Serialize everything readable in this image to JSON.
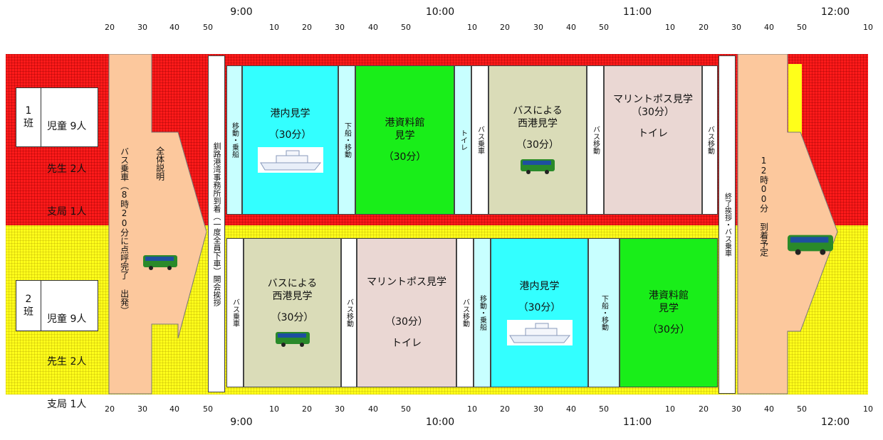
{
  "axis": {
    "hours": [
      "9:00",
      "10:00",
      "11:00",
      "12:00"
    ],
    "minutes": [
      "20",
      "30",
      "40",
      "50",
      "10",
      "20",
      "30",
      "40",
      "50",
      "10",
      "20",
      "30",
      "40",
      "50",
      "10",
      "20",
      "30",
      "40",
      "50",
      "10"
    ]
  },
  "groups": [
    {
      "id": "1",
      "num_label": "1\n班",
      "lines": [
        "児童 9人",
        "先生 2人",
        "支局 1人"
      ]
    },
    {
      "id": "2",
      "num_label": "2\n班",
      "lines": [
        "児童 9人",
        "先生 2人",
        "支局 1人"
      ]
    }
  ],
  "shared": {
    "bus_board": "バス乗車（8時20分に点呼完了 出発）",
    "overview": "全体説明",
    "arrival": "釧路港湾事務所到着（一度全員下車）開会挨拶",
    "closing": "終了挨拶・バス乗車",
    "end": "12時00分 到着予定"
  },
  "row1": {
    "move_board1": "移動・乗船",
    "harbor_tour": "港内見学",
    "harbor_tour_dur": "（30分）",
    "disembark": "下船・移動",
    "museum": "港資料館\n見学",
    "museum_dur": "（30分）",
    "toilet": "トイレ",
    "bus_ride": "バス乗車",
    "west_port": "バスによる\n西港見学",
    "west_port_dur": "（30分）",
    "bus_move": "バス移動",
    "marine_topos": "マリントポス見学\n（30分）",
    "marine_toilet": "トイレ",
    "bus_move2": "バス移動"
  },
  "row2": {
    "bus_ride": "バス乗車",
    "west_port": "バスによる\n西港見学",
    "west_port_dur": "（30分）",
    "bus_move": "バス移動",
    "marine_topos": "マリントポス見学",
    "marine_dur": "（30分）",
    "marine_toilet": "トイレ",
    "bus_move2": "バス移動",
    "move_board": "移動・乗船",
    "harbor_tour": "港内見学",
    "harbor_tour_dur": "（30分）",
    "disembark": "下船・移動",
    "museum": "港資料館\n見学",
    "museum_dur": "（30分）"
  },
  "colors": {
    "red_band": "#ff1a1a",
    "yellow_band": "#ffff1a",
    "harbor": "#33ffff",
    "museum": "#19ee19",
    "west_port": "#dadcb8",
    "marine": "#ead7d3",
    "transit": "#c8ffff",
    "bus": "#fcc89d"
  }
}
